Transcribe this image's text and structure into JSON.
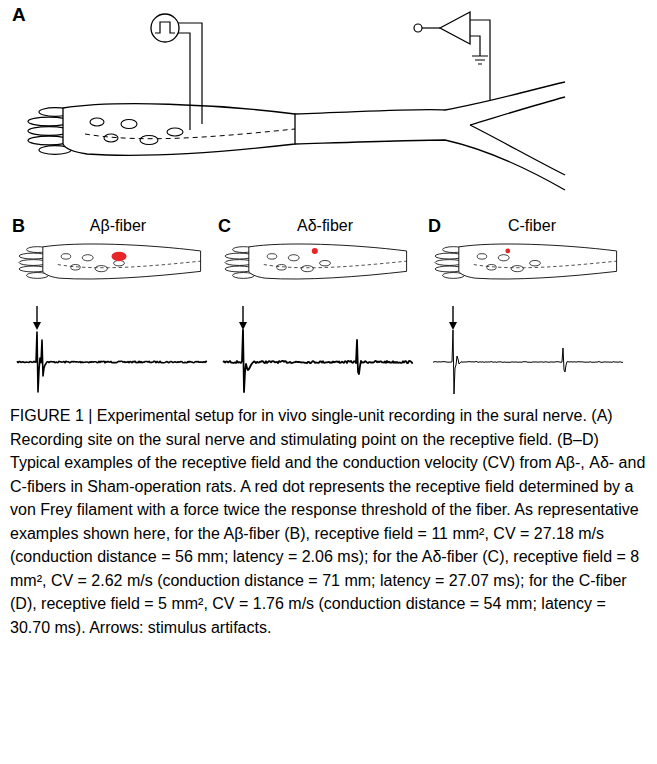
{
  "diagram": {
    "caption": "FIGURE 1 | Experimental setup for in vivo single-unit recording in the sural nerve. (A) Recording site on the sural nerve and stimulating point on the receptive field. (B–D) Typical examples of the receptive field and the conduction velocity (CV) from Aβ-, Aδ- and C-fibers in Sham-operation rats. A red dot represents the receptive field determined by a von Frey filament with a force twice the response threshold of the fiber. As representative examples shown here, for the Aβ-fiber (B), receptive field = 11 mm², CV = 27.18 m/s (conduction distance = 56 mm; latency = 2.06 ms); for the Aδ-fiber (C), receptive field = 8 mm², CV = 2.62 m/s (conduction distance = 71 mm; latency = 27.07 ms); for the C-fiber (D), receptive field = 5 mm², CV = 1.76 m/s (conduction distance = 54 mm; latency = 30.70 ms). Arrows: stimulus artifacts.",
    "labels": [
      "A",
      "B",
      "Aβ-fiber",
      "C",
      "Aδ-fiber",
      "D",
      "C-fiber"
    ]
  }
}
